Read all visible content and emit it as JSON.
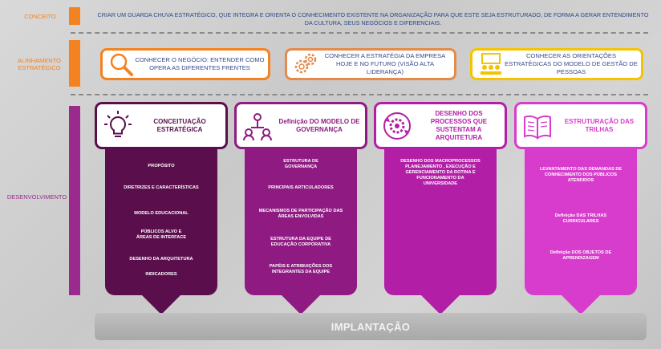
{
  "rows": {
    "conceito": "CONCEITO",
    "alinhamento": "ALINHAMENTO ESTRATÉGICO",
    "desenvolvimento": "DESENVOLVIMENTO"
  },
  "concept_text": "CRIAR UM GUARDA CHUVA ESTRATÉGICO, QUE INTEGRA E ORIENTA O CONHECIMENTO EXISTENTE NA ORGANIZAÇÃO PARA QUE  ESTE SEJA ESTRUTURADO, DE FORMA A GERAR ENTENDIMENTO DA CULTURA, SEUS NEGÓCIOS E DIFERENCIAIS.",
  "alignment": [
    {
      "text": "CONHECER O NEGÓCIO: ENTENDER COMO OPERA AS DIFERENTES FRENTES",
      "icon": "magnifier-icon",
      "color": "#f58220"
    },
    {
      "text": "CONHECER A ESTRATÉGIA DA EMPRESA HOJE E NO FUTURO (VISÃO ALTA LIDERANÇA)",
      "icon": "gears-icon",
      "color": "#e58a4a"
    },
    {
      "text": "CONHECER AS ORIENTAÇÕES ESTRATÉGICAS DO MODELO DE GESTÃO DE PESSOAS",
      "icon": "team-meeting-icon",
      "color": "#f5c400"
    }
  ],
  "development": [
    {
      "title": "CONCEITUAÇÃO ESTRATÉGICA",
      "icon": "lightbulb-icon",
      "color": "#5a0f4c",
      "items": [
        "PROPÓSITO",
        "DIRETRIZES E CARACTERÍSTICAS",
        "MODELO EDUCACIONAL",
        "PÚBLICOS ALVO E ÁREAS DE INTERFACE",
        "DESENHO DA ARQUITETURA",
        "INDICADORES"
      ]
    },
    {
      "title": "Definição DO MODELO DE GOVERNANÇA",
      "icon": "network-people-icon",
      "color": "#8e1a82",
      "items": [
        "ESTRUTURA DE GOVERNANÇA",
        "PRINCIPAIS ARTICULADORES",
        "MECANISMOS DE PARTICIPAÇÃO DAS ÁREAS ENVOLVIDAS",
        "ESTRUTURA DA EQUIPE DE EDUCAÇÃO CORPORATIVA",
        "PAPÉIS E ATRIBUIÇÕES DOS INTEGRANTES DA EQUIPE"
      ]
    },
    {
      "title": "DESENHO DOS PROCESSOS QUE SUSTENTAM A ARQUITETURA",
      "icon": "process-gear-icon",
      "color": "#b21fa6",
      "items": [
        "DESENHO DOS MACROPROCESSOS PLANEJAMENTO ,  EXECUÇÃO E GERENCIAMENTO DA ROTINA E FUNCIONAMENTO DA UNIVERSIDADE"
      ]
    },
    {
      "title": "ESTRUTURAÇÃO DAS TRILHAS",
      "icon": "open-book-icon",
      "color": "#d83ccd",
      "items": [
        "LEVANTAMENTO DAS DEMANDAS DE CONHECIMENTO DOS PÚBLICOS ATENDIDOS",
        "Definição DAS TRILHAS CURRICULARES",
        "Definição DOS OBJETOS DE APRENDIZAGEM"
      ]
    }
  ],
  "implantacao": "IMPLANTAÇÃO",
  "colors": {
    "orange": "#f58220",
    "purple_bar": "#9b2a8f",
    "label_orange": "#f58220",
    "label_purple": "#9b2a8f"
  }
}
